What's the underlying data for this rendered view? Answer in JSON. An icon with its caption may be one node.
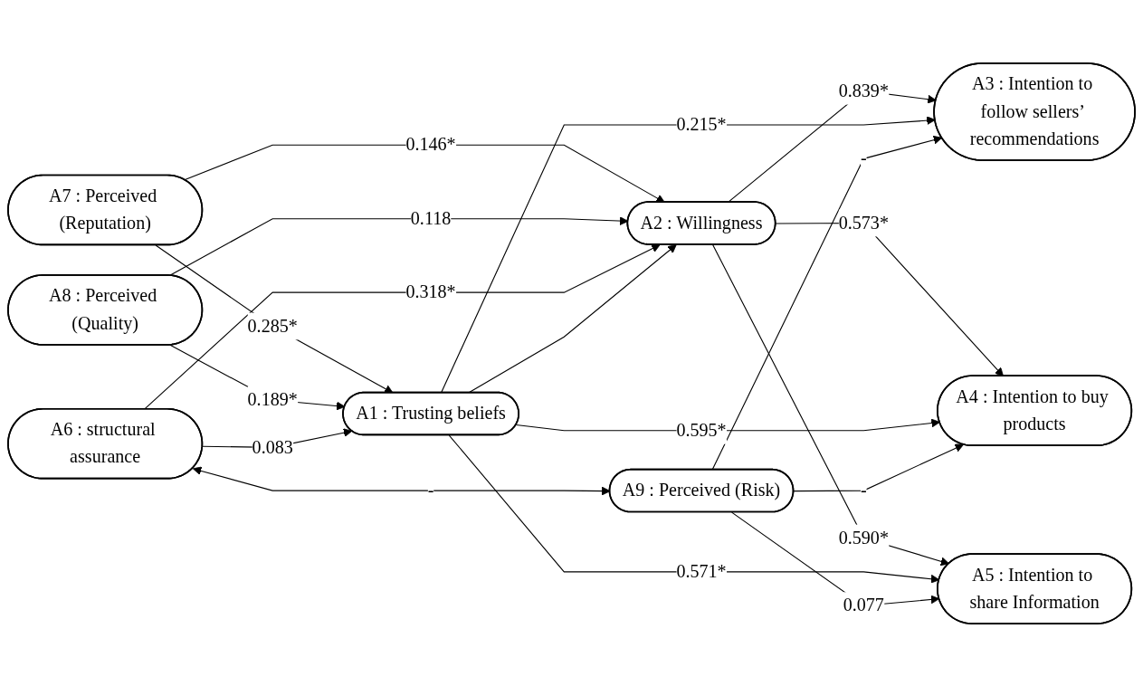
{
  "diagram": {
    "nodes": [
      {
        "text": [
          "A7 : Perceived (Reputation)"
        ]
      },
      {
        "text": [
          "A2 : Willingness"
        ]
      },
      {
        "text": [
          "A3 : Intention to follow sellers’ recommendations"
        ]
      },
      {
        "text": [
          "A8 : Perceived (Quality)"
        ]
      },
      {
        "text": [
          "A1 : Trusting beliefs"
        ]
      },
      {
        "text": [
          "A4 : Intention to buy products"
        ]
      },
      {
        "text": [
          "A6 : structural assurance"
        ]
      },
      {
        "text": [
          "A9 : Perceived (Risk)"
        ]
      },
      {
        "text": [
          "A5 : Intention to share Information"
        ]
      }
    ],
    "edges": [
      {
        "from": 0,
        "to": 1,
        "arrow": "to",
        "label": "0.146*"
      },
      {
        "from": 0,
        "to": 4,
        "arrow": "to",
        "label": "0.285*"
      },
      {
        "from": 3,
        "to": 1,
        "arrow": "to",
        "label": "0.118"
      },
      {
        "from": 3,
        "to": 4,
        "arrow": "to",
        "label": "0.189*"
      },
      {
        "from": 6,
        "to": 1,
        "arrow": "to",
        "label": "0.318*"
      },
      {
        "from": 6,
        "to": 4,
        "arrow": "to",
        "label": "0.083"
      },
      {
        "from": 4,
        "to": 1,
        "arrow": "to"
      },
      {
        "from": 1,
        "to": 2,
        "arrow": "to",
        "label": "0.839*"
      },
      {
        "from": 1,
        "to": 5,
        "arrow": "to",
        "label": "0.573*"
      },
      {
        "from": 1,
        "to": 8,
        "arrow": "to",
        "label": "0.590*"
      },
      {
        "from": 4,
        "to": 2,
        "arrow": "to",
        "label": "0.215*"
      },
      {
        "from": 4,
        "to": 5,
        "arrow": "to",
        "label": "0.595*"
      },
      {
        "from": 4,
        "to": 8,
        "arrow": "to",
        "label": "0.571*"
      },
      {
        "from": 6,
        "to": 7,
        "arrow": "both",
        "label": "-"
      },
      {
        "from": 7,
        "to": 2,
        "arrow": "to",
        "label": "-"
      },
      {
        "from": 7,
        "to": 5,
        "arrow": "to",
        "label": "-"
      },
      {
        "from": 7,
        "to": 8,
        "arrow": "to",
        "label": "0.077"
      }
    ]
  }
}
